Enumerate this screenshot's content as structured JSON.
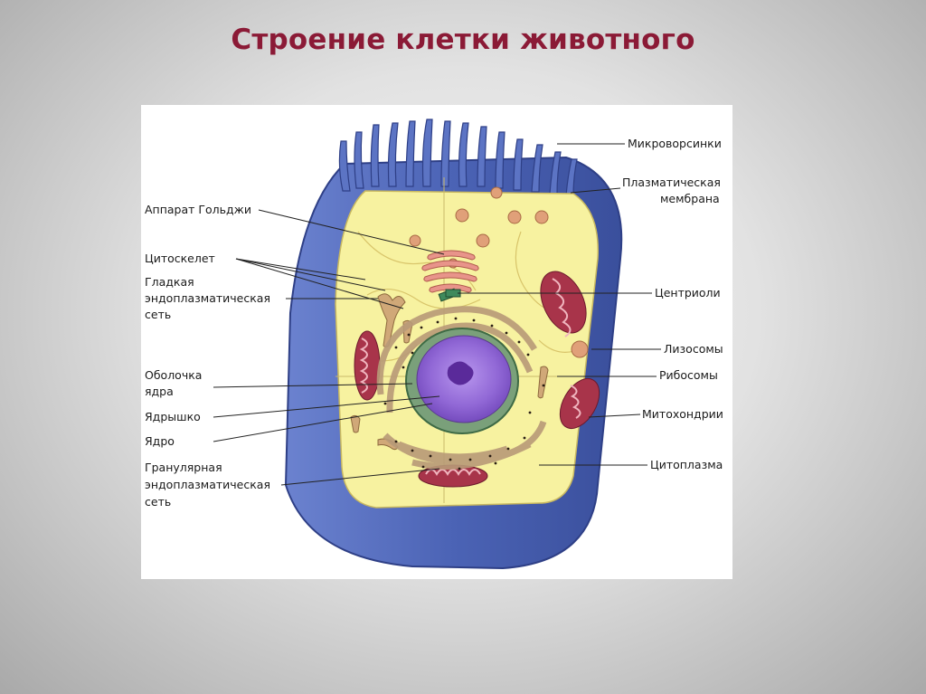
{
  "slide": {
    "title": "Строение клетки животного"
  },
  "labels": {
    "microvilli": "Микроворсинки",
    "plasma_membrane": [
      "Плазматическая",
      "мембрана"
    ],
    "golgi": "Аппарат Гольджи",
    "cytoskeleton": "Цитоскелет",
    "smooth_er": [
      "Гладкая",
      "эндоплазматическая",
      "сеть"
    ],
    "centrioles": "Центриоли",
    "lysosomes": "Лизосомы",
    "ribosomes": "Рибосомы",
    "nuclear_envelope": [
      "Оболочка",
      "ядра"
    ],
    "nucleolus": "Ядрышко",
    "nucleus": "Ядро",
    "mitochondria": "Митохондрии",
    "cytoplasm": "Цитоплазма",
    "rough_er": [
      "Гранулярная",
      "эндоплазматическая",
      "сеть"
    ]
  },
  "colors": {
    "title": "#8b1a36",
    "membrane": "#4f67b8",
    "cytoplasm": "#f7f2a0",
    "nucleus": "#8a5ccb",
    "nucleolus": "#5a2a9a",
    "mitochondria": "#a8344a",
    "lysosome": "#e0a079",
    "er": "#b89a78"
  }
}
